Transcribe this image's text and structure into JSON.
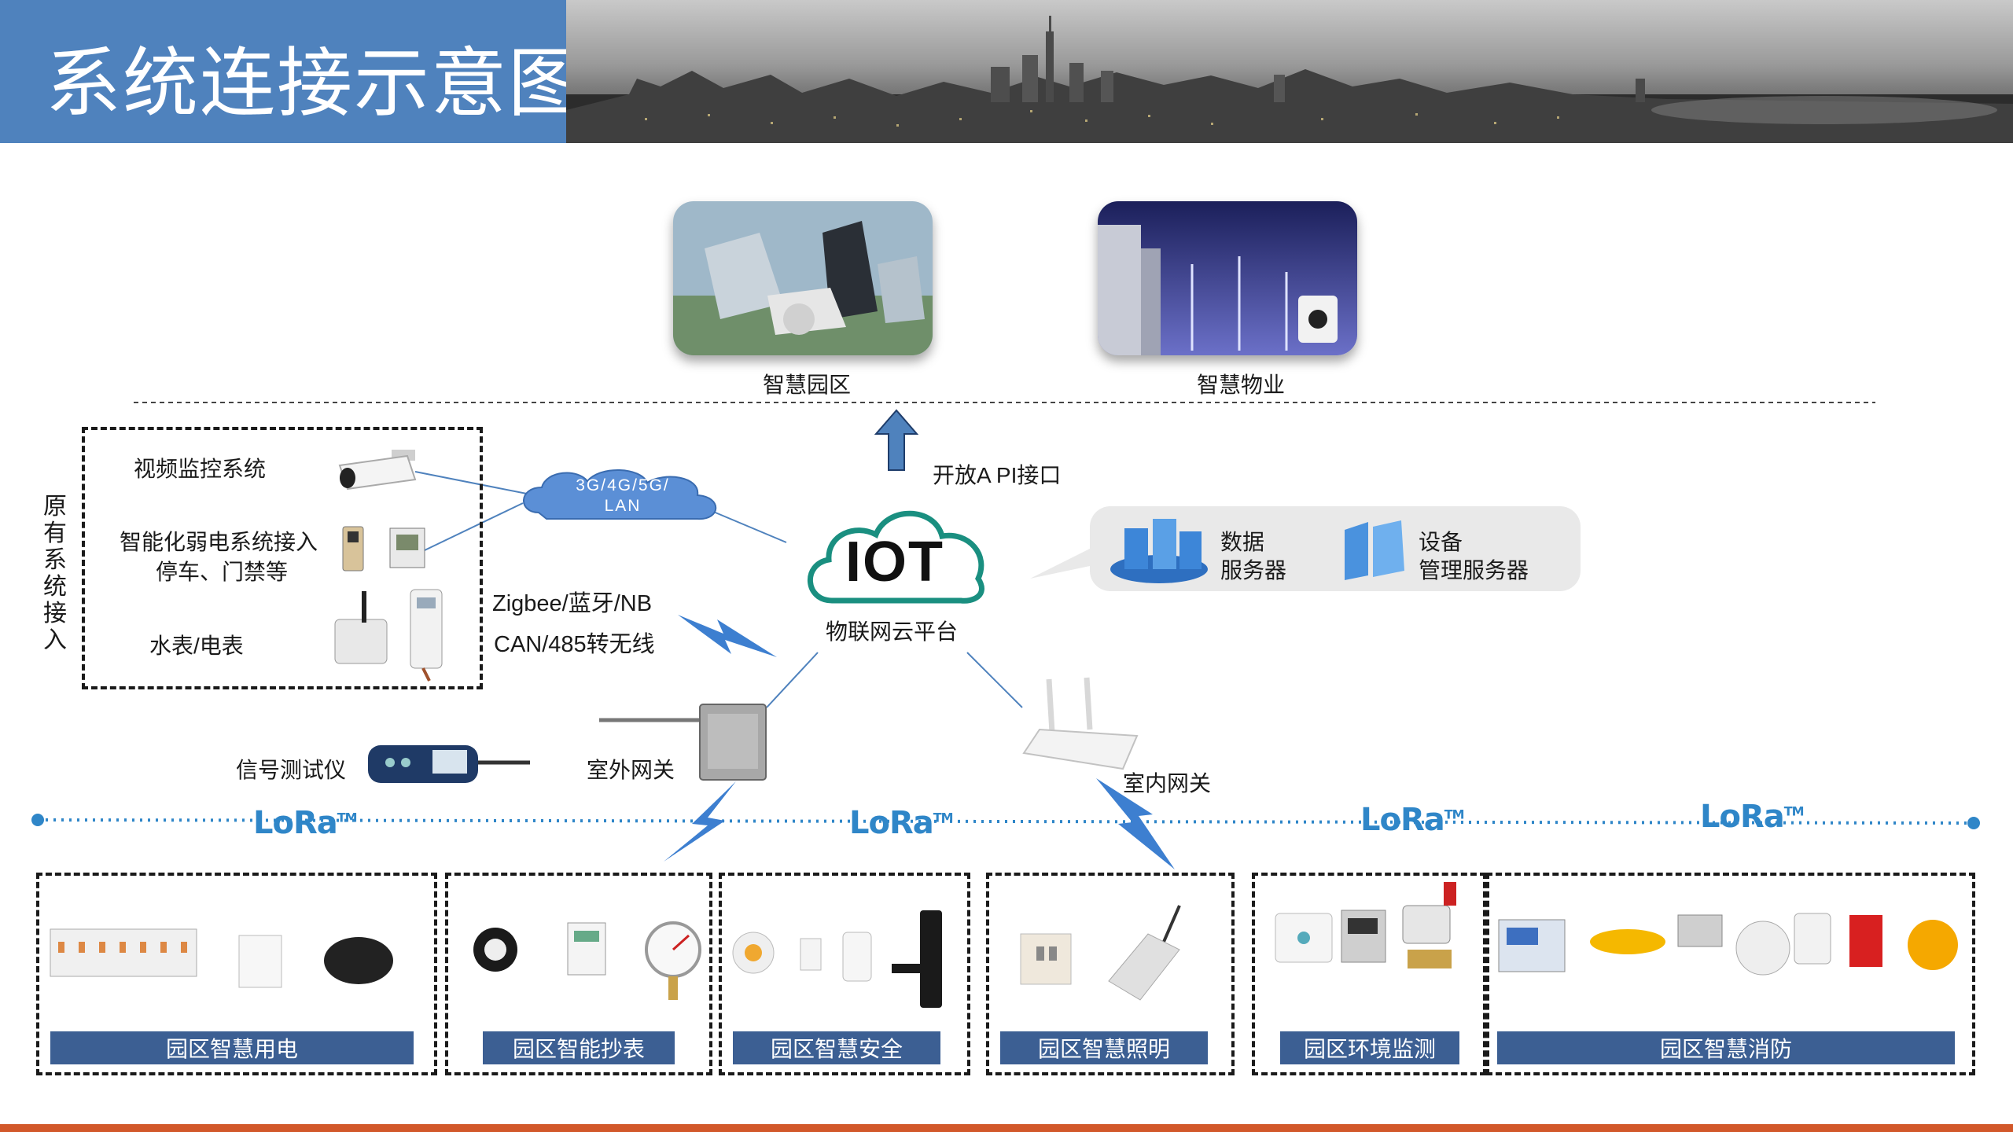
{
  "header": {
    "title": "系统连接示意图"
  },
  "top": {
    "cards": [
      {
        "label": "智慧园区"
      },
      {
        "label": "智慧物业"
      }
    ]
  },
  "api": {
    "label": "开放A PI接口"
  },
  "legacy": {
    "vertical_label": [
      "原",
      "有",
      "系",
      "统",
      "接",
      "入"
    ],
    "items": [
      {
        "label": "视频监控系统"
      },
      {
        "label": "智能化弱电系统接入"
      },
      {
        "label": "停车、门禁等"
      },
      {
        "label": "水表/电表"
      }
    ]
  },
  "network": {
    "cloud_line1": "3G/4G/5G/",
    "cloud_line2": "LAN",
    "protocol_line1": "Zigbee/蓝牙/NB",
    "protocol_line2": "CAN/485转无线"
  },
  "iot": {
    "logo": "IOT",
    "label": "物联网云平台"
  },
  "servers": [
    {
      "line1": "数据",
      "line2": "服务器"
    },
    {
      "line1": "设备",
      "line2": "管理服务器"
    }
  ],
  "gateways": {
    "tester": "信号测试仪",
    "outdoor": "室外网关",
    "indoor": "室内网关"
  },
  "lora": {
    "text": "LoRa",
    "tm": "TM"
  },
  "categories": [
    {
      "label": "园区智慧用电"
    },
    {
      "label": "园区智能抄表"
    },
    {
      "label": "园区智慧安全"
    },
    {
      "label": "园区智慧照明"
    },
    {
      "label": "园区环境监测"
    },
    {
      "label": "园区智慧消防"
    }
  ],
  "colors": {
    "title_bg": "#4f82bd",
    "category_bar": "#3c5f93",
    "lora_blue": "#2f86c8",
    "iot_teal": "#1a8f80",
    "accent_stripe": "#d2582a"
  }
}
